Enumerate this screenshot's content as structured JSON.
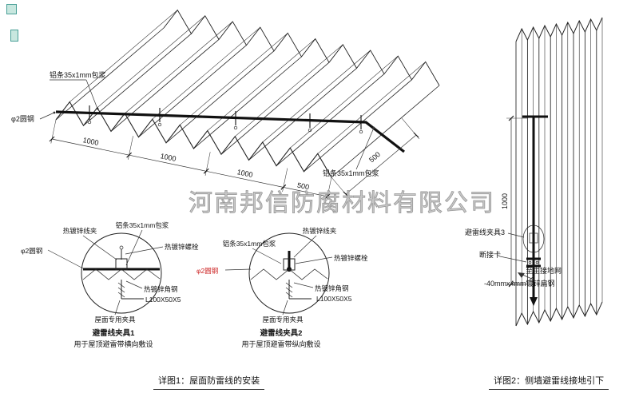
{
  "watermark": "河南邦信防腐材料有限公司",
  "roof_view": {
    "label_alu_strip_top": "铝条35x1mm包浆",
    "label_round_steel": "φ2圆钢",
    "label_alu_strip_right": "铝条35x1mm包浆",
    "dim_1000_a": "1000",
    "dim_1000_b": "1000",
    "dim_1000_c": "1000",
    "dim_500_bottom": "500",
    "dim_500_right": "500"
  },
  "detail_1": {
    "label_wire_clamp": "热镀锌线夹",
    "label_alu_strip": "铝条35x1mm包浆",
    "label_bolt": "热镀锌螺栓",
    "label_round_steel": "φ2圆钢",
    "label_angle_steel": "热镀锌角钢",
    "label_angle_size": "L100X50X5",
    "label_roof_clamp": "屋面专用夹具",
    "title": "避雷线夹具1",
    "subtitle": "用于屋顶避雷带横向敷设"
  },
  "detail_2": {
    "label_wire_clamp": "热镀锌线夹",
    "label_alu_strip": "铝条35x1mm包浆",
    "label_bolt": "热镀锌螺栓",
    "label_round_steel": "φ2圆钢",
    "label_angle_steel": "热镀锌角钢",
    "label_angle_size": "L100X50X5",
    "label_roof_clamp": "屋面专用夹具",
    "title": "避雷线夹具2",
    "subtitle": "用于屋顶避雷带纵向敷设"
  },
  "wall_view": {
    "dim_1000": "1000",
    "label_clamp_3": "避雷线夹具3",
    "label_disconnect": "断接卡",
    "label_to_ground": "至主接地网",
    "label_flat_steel": "-40mmx4mm镀锌扁钢"
  },
  "captions": {
    "detail_1": "详图1：屋面防雷线的安装",
    "detail_2": "详图2：侧墙避雷线接地引下"
  },
  "colors": {
    "line": "#222222",
    "red_label": "#cc2222",
    "watermark": "#c2c2c2"
  }
}
